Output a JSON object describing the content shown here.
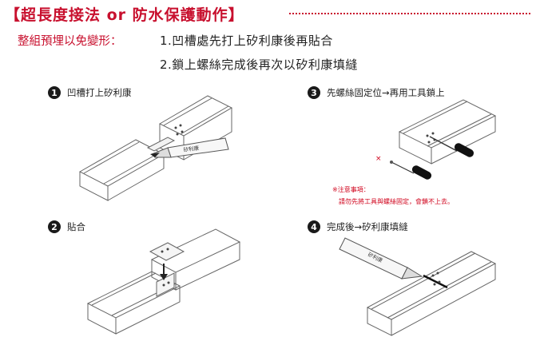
{
  "header": {
    "title": "【超長度接法 or 防水保護動作】"
  },
  "intro": {
    "label": "整組預埋以免變形：",
    "steps": [
      "1.凹槽處先打上矽利康後再貼合",
      "2.鎖上螺絲完成後再次以矽利康填縫"
    ]
  },
  "steps": [
    {
      "number": "1",
      "title": "凹槽打上矽利康",
      "tube_label": "矽利康"
    },
    {
      "number": "2",
      "title": "貼合"
    },
    {
      "number": "3",
      "title": "先螺絲固定位→再用工具鎖上",
      "mark": "×"
    },
    {
      "number": "4",
      "title": "完成後→矽利康填縫",
      "tube_label": "矽利康"
    }
  ],
  "note": {
    "heading": "※注意事項：",
    "text": "請勿先將工具與螺絲固定，會鎖不上去。"
  },
  "colors": {
    "accent": "#c8102e",
    "note": "#d0021b",
    "badge": "#1a1a1a",
    "line": "#666666"
  },
  "icons": [
    "trough-illustration",
    "silicone-tube-icon",
    "screwdriver-icon",
    "screw-icon",
    "arrow-down-icon"
  ]
}
